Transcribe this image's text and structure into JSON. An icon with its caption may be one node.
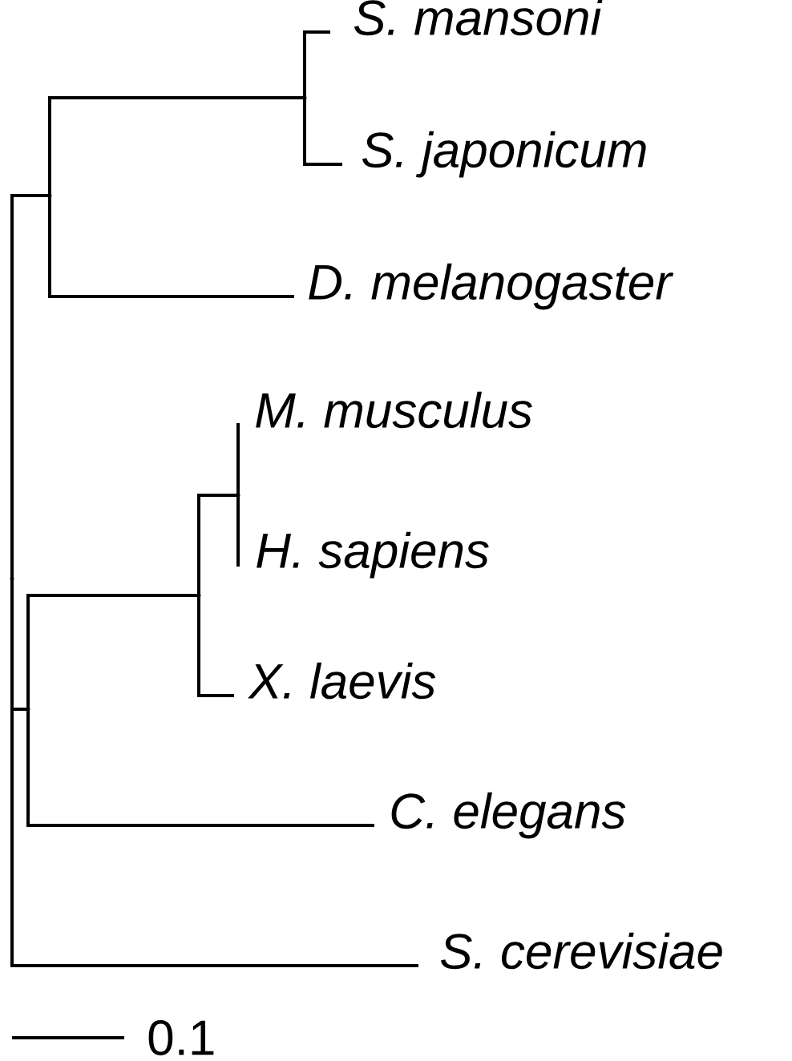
{
  "diagram": {
    "nodes": [
      {
        "text": [
          "S. mansoni"
        ]
      },
      {
        "text": [
          "S. japonicum"
        ]
      },
      {
        "text": [
          "D. melanogaster"
        ]
      },
      {
        "text": [
          "M. musculus"
        ]
      },
      {
        "text": [
          "H. sapiens"
        ]
      },
      {
        "text": [
          "X. laevis"
        ]
      },
      {
        "text": [
          "C. elegans"
        ]
      },
      {
        "text": [
          "S. cerevisiae"
        ]
      },
      {
        "text": [],
        "shape": "point"
      },
      {
        "text": [],
        "shape": "point"
      },
      {
        "text": [],
        "shape": "point"
      },
      {
        "text": [],
        "shape": "point"
      },
      {
        "text": [],
        "shape": "point"
      },
      {
        "text": [],
        "shape": "point"
      }
    ],
    "edges": [
      {
        "from": 8,
        "to": 9,
        "arrow": "none"
      },
      {
        "from": 9,
        "to": 10,
        "arrow": "none"
      },
      {
        "from": 10,
        "to": 0,
        "arrow": "none"
      },
      {
        "from": 10,
        "to": 1,
        "arrow": "none"
      },
      {
        "from": 9,
        "to": 2,
        "arrow": "none"
      },
      {
        "from": 8,
        "to": 11,
        "arrow": "none"
      },
      {
        "from": 11,
        "to": 12,
        "arrow": "none"
      },
      {
        "from": 12,
        "to": 13,
        "arrow": "none"
      },
      {
        "from": 13,
        "to": 3,
        "arrow": "none"
      },
      {
        "from": 13,
        "to": 4,
        "arrow": "none"
      },
      {
        "from": 12,
        "to": 5,
        "arrow": "none"
      },
      {
        "from": 11,
        "to": 6,
        "arrow": "none"
      },
      {
        "from": 8,
        "to": 7,
        "arrow": "none"
      }
    ],
    "labels": [
      "0.1"
    ]
  }
}
